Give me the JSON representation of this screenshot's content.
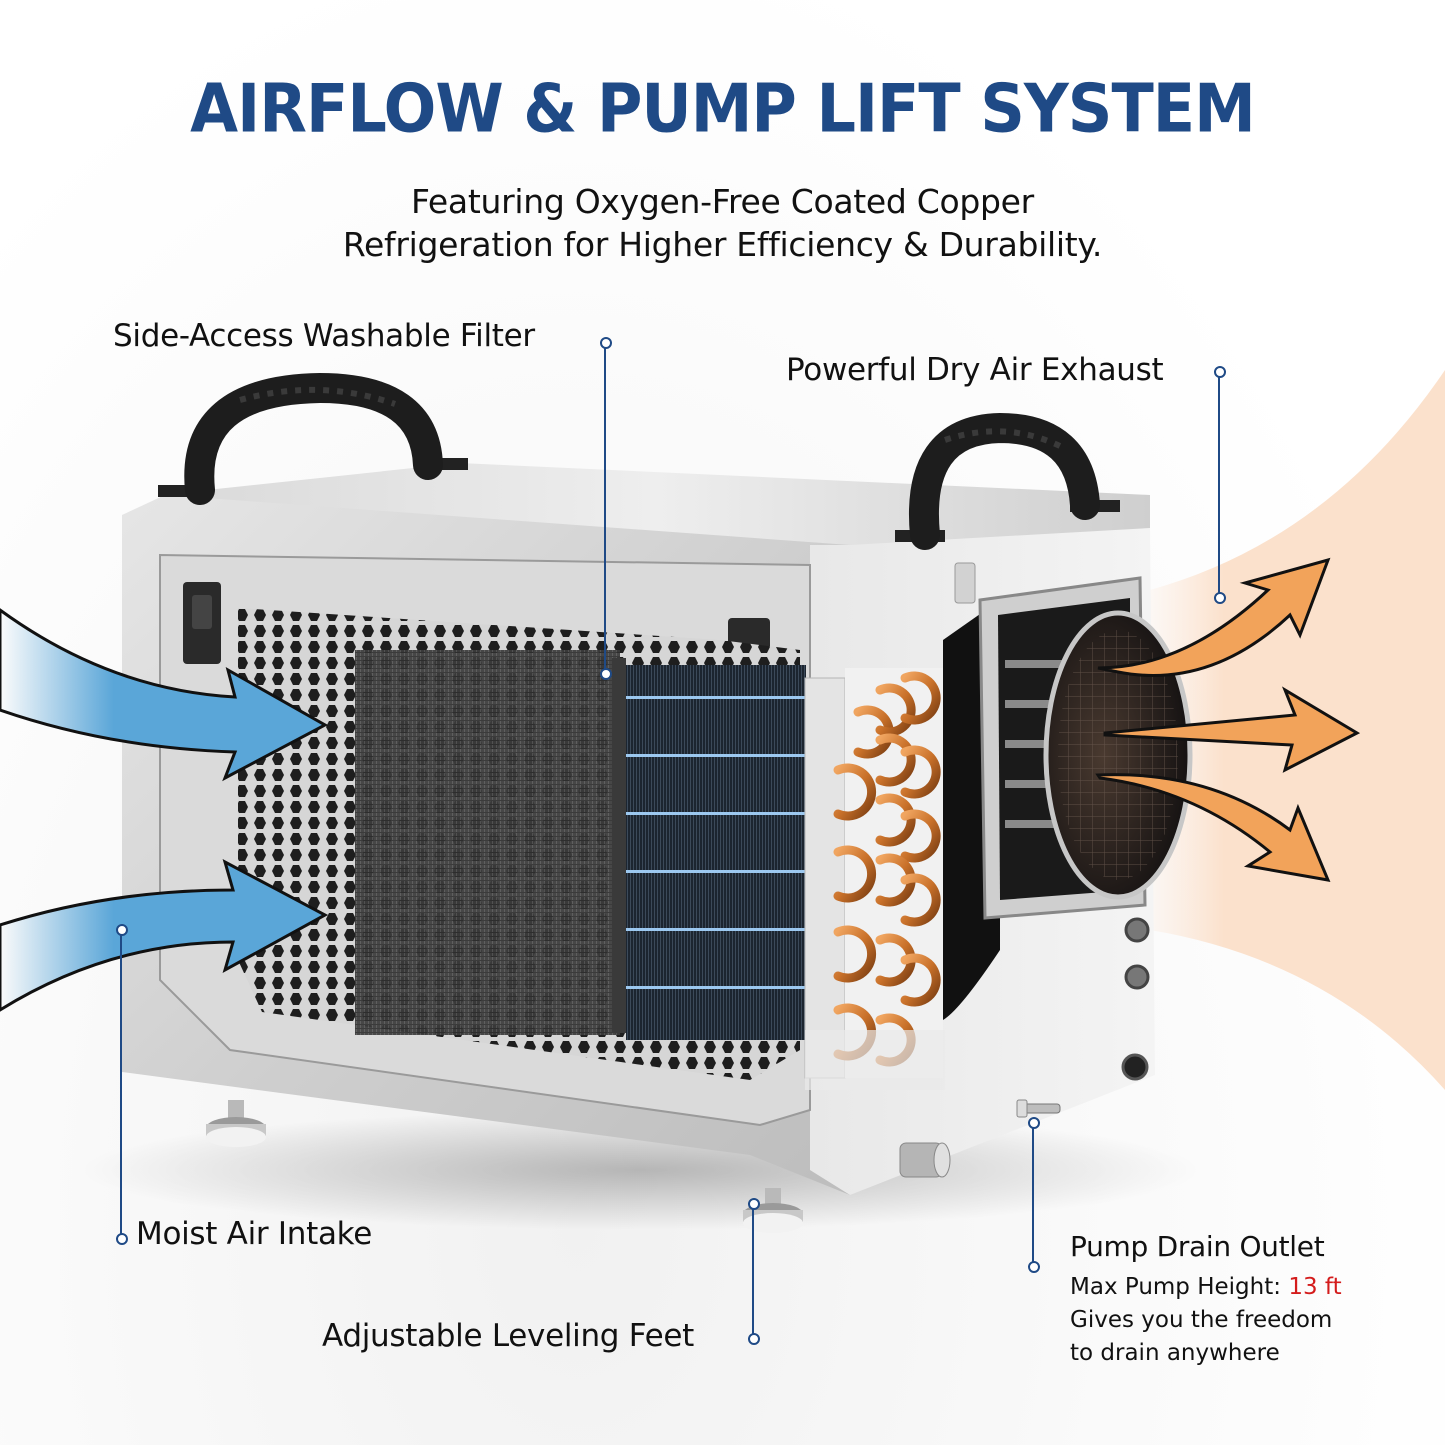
{
  "header": {
    "title": "AIRFLOW & PUMP LIFT SYSTEM",
    "subtitle_line1": "Featuring Oxygen-Free Coated Copper",
    "subtitle_line2": "Refrigeration for Higher Efficiency & Durability."
  },
  "callouts": {
    "filter": {
      "label": "Side-Access Washable Filter"
    },
    "exhaust": {
      "label": "Powerful Dry Air Exhaust"
    },
    "intake": {
      "label": "Moist Air Intake"
    },
    "feet": {
      "label": "Adjustable Leveling Feet"
    },
    "drain": {
      "label": "Pump Drain Outlet",
      "spec_prefix": "Max Pump Height: ",
      "spec_value": "13 ft",
      "desc_line1": "Gives you the freedom",
      "desc_line2": "to drain anywhere"
    }
  },
  "colors": {
    "title_blue": "#1f4a86",
    "leader_blue": "#1f4a86",
    "intake_arrow": "#5aa6d8",
    "exhaust_arrow": "#f2a35a",
    "exhaust_glow": "#fbe1cc",
    "copper": "#c9712a",
    "spec_highlight": "#d41c1c"
  },
  "icons": {
    "intake_arrows": "arrow-right-icon",
    "exhaust_arrows": "arrow-right-icon",
    "leader_dots": "circle-dot-icon"
  }
}
